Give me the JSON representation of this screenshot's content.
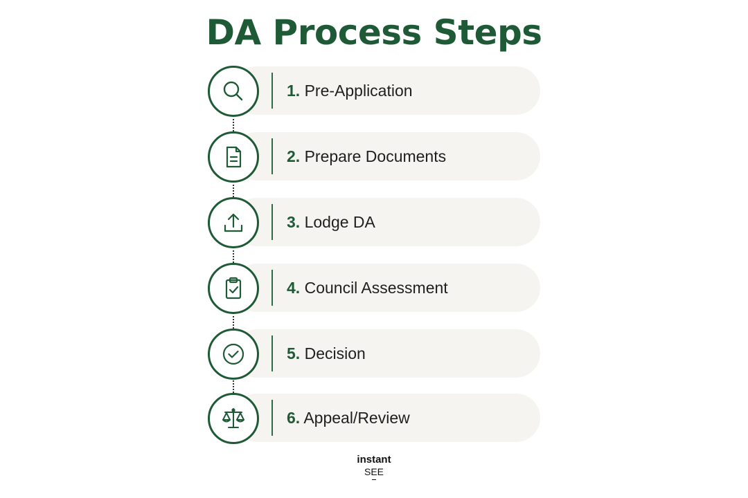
{
  "title": "DA Process Steps",
  "steps": [
    {
      "number": "1.",
      "label": "Pre-Application",
      "icon": "search-icon"
    },
    {
      "number": "2.",
      "label": "Prepare Documents",
      "icon": "document-icon"
    },
    {
      "number": "3.",
      "label": "Lodge DA",
      "icon": "upload-icon"
    },
    {
      "number": "4.",
      "label": "Council Assessment",
      "icon": "clipboard-check-icon"
    },
    {
      "number": "5.",
      "label": "Decision",
      "icon": "check-circle-icon"
    },
    {
      "number": "6.",
      "label": "Appeal/Review",
      "icon": "scales-icon"
    }
  ],
  "brand": {
    "line1": "instant",
    "line2": "SEE"
  },
  "colors": {
    "accent": "#1f5a36",
    "pill": "#f6f4f0",
    "text": "#1f1f1f"
  }
}
